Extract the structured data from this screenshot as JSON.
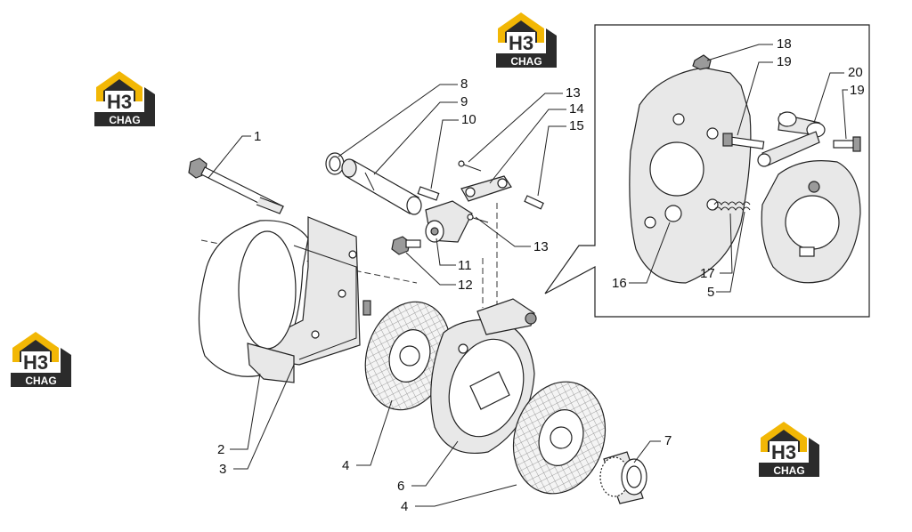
{
  "logo": {
    "letters": "H3",
    "caption": "CHAG",
    "colors": {
      "yellow": "#F2B705",
      "dark": "#2B2B2B"
    }
  },
  "callouts": {
    "c1": "1",
    "c2": "2",
    "c3": "3",
    "c4a": "4",
    "c4b": "4",
    "c5": "5",
    "c6": "6",
    "c7": "7",
    "c8": "8",
    "c9": "9",
    "c10": "10",
    "c11": "11",
    "c12": "12",
    "c13a": "13",
    "c13b": "13",
    "c14": "14",
    "c15": "15",
    "c16": "16",
    "c17": "17",
    "c18": "18",
    "c19a": "19",
    "c19b": "19",
    "c20": "20"
  }
}
